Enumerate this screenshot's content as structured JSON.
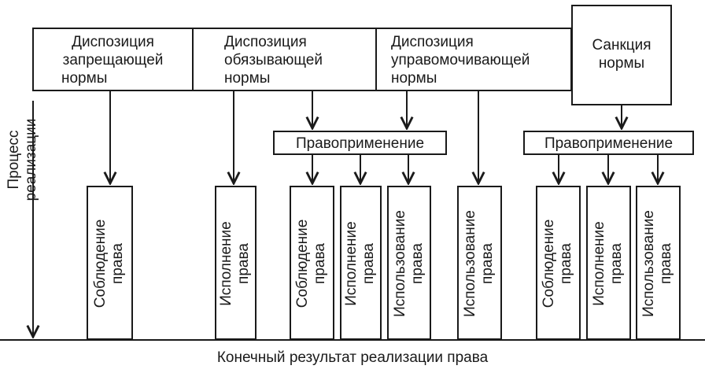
{
  "dispositions": [
    {
      "line1": "Диспозиция",
      "line2": "запрещающей",
      "line3": "нормы"
    },
    {
      "line1": "Диспозиция",
      "line2": "обязывающей",
      "line3": "нормы"
    },
    {
      "line1": "Диспозиция",
      "line2": "управомочивающей",
      "line3": "нормы"
    }
  ],
  "sanction": {
    "line1": "Санкция",
    "line2": "нормы"
  },
  "enforcement": [
    "Правоприменение",
    "Правоприменение"
  ],
  "process_label": {
    "line1": "Процесс",
    "line2": "реализации"
  },
  "results": [
    {
      "line1": "Соблюдение",
      "line2": "права"
    },
    {
      "line1": "Исполнение",
      "line2": "права"
    },
    {
      "line1": "Соблюдение",
      "line2": "права"
    },
    {
      "line1": "Исполнение",
      "line2": "права"
    },
    {
      "line1": "Использование",
      "line2": "права"
    },
    {
      "line1": "Использование",
      "line2": "права"
    },
    {
      "line1": "Соблюдение",
      "line2": "права"
    },
    {
      "line1": "Исполнение",
      "line2": "права"
    },
    {
      "line1": "Использование",
      "line2": "права"
    }
  ],
  "final_result": "Конечный результат реализации права"
}
